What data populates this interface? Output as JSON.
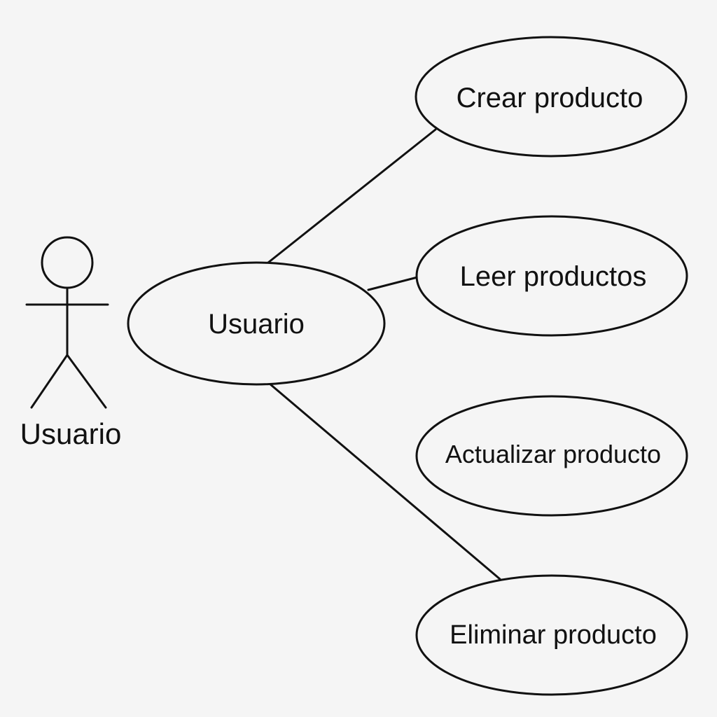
{
  "colors": {
    "background": "#f5f5f5",
    "stroke": "#111111",
    "ellipse_fill": "#f5f5f5"
  },
  "actor": {
    "label": "Usuario"
  },
  "central_node": {
    "label": "Usuario"
  },
  "use_cases": [
    {
      "label": "Crear producto",
      "connected": true
    },
    {
      "label": "Leer productos",
      "connected": true
    },
    {
      "label": "Actualizar producto",
      "connected": false
    },
    {
      "label": "Eliminar producto",
      "connected": true
    }
  ]
}
